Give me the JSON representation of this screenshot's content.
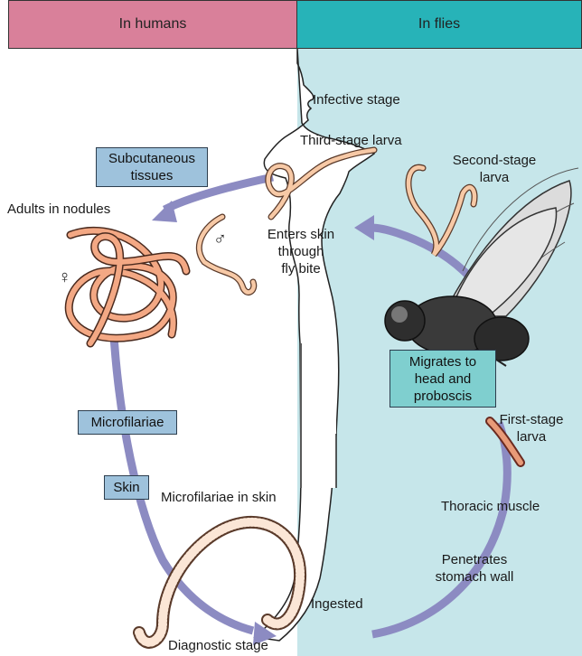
{
  "header": {
    "humans_label": "In humans",
    "flies_label": "In flies",
    "humans_color": "#d9809a",
    "flies_color": "#27b3b8"
  },
  "colors": {
    "flies_background": "#c6e6ea",
    "arrow": "#8c8bc2",
    "label_box": "#9ec2dc",
    "teal_box": "#7fcfcf",
    "worm": "#f3a884",
    "larva": "#f7c9a6"
  },
  "labels": {
    "infective_stage": "Infective stage",
    "third_stage_larva": "Third-stage larva",
    "second_stage_larva_1": "Second-stage",
    "second_stage_larva_2": "larva",
    "adults_in_nodules": "Adults in nodules",
    "enters_skin_1": "Enters skin",
    "enters_skin_2": "through",
    "enters_skin_3": "fly bite",
    "first_stage_larva_1": "First-stage",
    "first_stage_larva_2": "larva",
    "microfilariae_in_skin": "Microfilariae in skin",
    "thoracic_muscle": "Thoracic muscle",
    "penetrates_1": "Penetrates",
    "penetrates_2": "stomach wall",
    "ingested": "Ingested",
    "diagnostic_stage": "Diagnostic stage",
    "female_symbol": "♀",
    "male_symbol": "♂"
  },
  "boxes": {
    "subcutaneous_1": "Subcutaneous",
    "subcutaneous_2": "tissues",
    "migrates_1": "Migrates to",
    "migrates_2": "head and",
    "migrates_3": "proboscis",
    "microfilariae": "Microfilariae",
    "skin": "Skin"
  },
  "icons": [
    "human-silhouette",
    "fly-icon",
    "adult-worms",
    "microfilaria",
    "larva"
  ]
}
